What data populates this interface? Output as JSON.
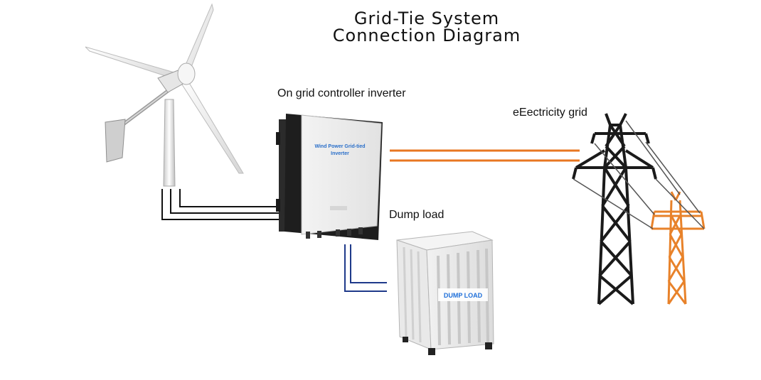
{
  "title": {
    "line1": "Grid-Tie System",
    "line2": "Connection Diagram"
  },
  "labels": {
    "inverter": "On grid controller inverter",
    "grid": "eEectricity grid",
    "dump_load": "Dump load"
  },
  "device_text": {
    "inverter_line1": "Wind Power Grid-tied",
    "inverter_line2": "Inverter",
    "dump_load_box": "DUMP LOAD"
  },
  "colors": {
    "background": "#ffffff",
    "turbine_wires": "#111111",
    "grid_wires": "#e87722",
    "dump_wires": "#1f3a8a",
    "black_tower": "#1a1a1a",
    "orange_tower": "#e8822a",
    "inverter_label_text": "#2a6fc9",
    "dump_load_text": "#1e6fd9"
  },
  "icons": [
    "wind-turbine-icon",
    "inverter-icon",
    "dump-load-icon",
    "black-pylon-icon",
    "orange-pylon-icon"
  ]
}
